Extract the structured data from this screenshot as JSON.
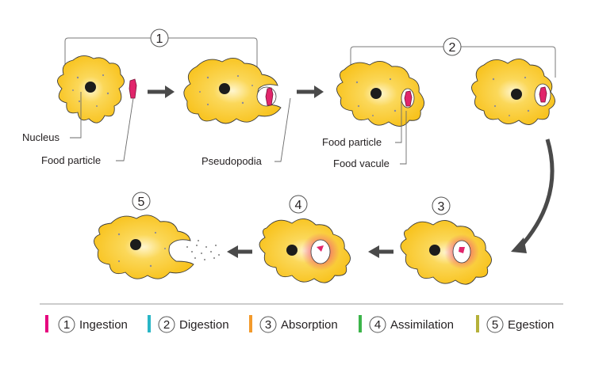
{
  "stages": [
    {
      "number": "1"
    },
    {
      "number": "2"
    },
    {
      "number": "3"
    },
    {
      "number": "4"
    },
    {
      "number": "5"
    }
  ],
  "labels": {
    "nucleus": "Nucleus",
    "food_particle_1": "Food particle",
    "pseudopodia": "Pseudopodia",
    "food_particle_2": "Food particle",
    "food_vacuole": "Food vacule"
  },
  "legend": [
    {
      "number": "1",
      "label": "Ingestion",
      "color": "#e6007e"
    },
    {
      "number": "2",
      "label": "Digestion",
      "color": "#29b6c6"
    },
    {
      "number": "3",
      "label": "Absorption",
      "color": "#f39a2b"
    },
    {
      "number": "4",
      "label": "Assimilation",
      "color": "#3cb44a"
    },
    {
      "number": "5",
      "label": "Egestion",
      "color": "#b5b13a"
    }
  ],
  "colors": {
    "cytoplasm": "#f8c21c",
    "cytoplasm_center": "#fff4c6",
    "nucleus": "#1c1c1c",
    "food": "#e1256b",
    "absorption_glow": "#ec2a7c",
    "arrow": "#4a4a4a"
  }
}
